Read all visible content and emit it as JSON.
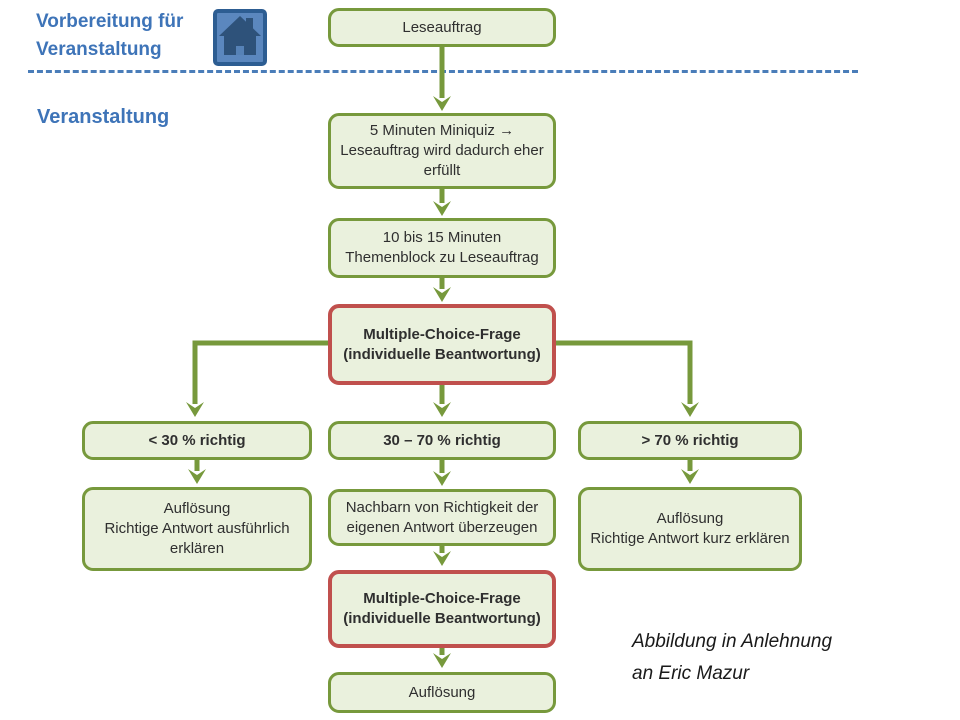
{
  "header": {
    "prep_label": "Vorbereitung für Veranstaltung",
    "event_label": "Veranstaltung",
    "home_icon": "home"
  },
  "colors": {
    "box_fill": "#eaf1dd",
    "box_border_green": "#77993c",
    "box_border_red": "#c0504d",
    "arrow_green": "#77993c",
    "heading_blue": "#3e74b8",
    "divider_blue": "#4a7db9"
  },
  "flowchart": {
    "nodes": [
      {
        "id": "leseauftrag",
        "label": "Leseauftrag",
        "variant": "green"
      },
      {
        "id": "miniquiz",
        "label": "5 Minuten Miniquiz →\nLeseauftrag wird dadurch eher\nerfüllt",
        "variant": "green"
      },
      {
        "id": "themenblock",
        "label": "10 bis 15 Minuten\nThemenblock zu Leseauftrag",
        "variant": "green"
      },
      {
        "id": "mc-frage-1",
        "label": "Multiple-Choice-Frage\n(individuelle Beantwortung)",
        "variant": "red"
      },
      {
        "id": "lt-30",
        "label": "< 30 % richtig",
        "variant": "green-bold"
      },
      {
        "id": "30-70",
        "label": "30 – 70 % richtig",
        "variant": "green-bold"
      },
      {
        "id": "gt-70",
        "label": "> 70 % richtig",
        "variant": "green-bold"
      },
      {
        "id": "aufloesung-ausfuehrlich",
        "label": "Auflösung\nRichtige Antwort  ausführlich\nerklären",
        "variant": "green"
      },
      {
        "id": "nachbarn-ueberzeugen",
        "label": "Nachbarn von Richtigkeit der\neigenen Antwort  überzeugen",
        "variant": "green"
      },
      {
        "id": "aufloesung-kurz",
        "label": "Auflösung\nRichtige Antwort  kurz erklären",
        "variant": "green"
      },
      {
        "id": "mc-frage-2",
        "label": "Multiple-Choice-Frage\n(individuelle Beantwortung)",
        "variant": "red"
      },
      {
        "id": "aufloesung-final",
        "label": "Auflösung",
        "variant": "green"
      }
    ],
    "caption": "Abbildung in Anlehnung\nan Eric Mazur"
  }
}
